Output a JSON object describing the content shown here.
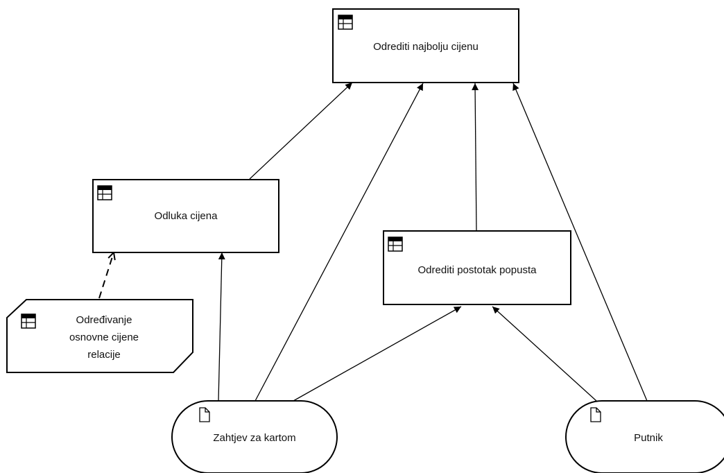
{
  "diagram": {
    "nodes": [
      {
        "id": "n1",
        "type": "decision",
        "label": "Odrediti najbolju cijenu",
        "icon": "table-icon"
      },
      {
        "id": "n2",
        "type": "decision",
        "label": "Odluka cijena",
        "icon": "table-icon"
      },
      {
        "id": "n3",
        "type": "decision",
        "label": "Odrediti postotak popusta",
        "icon": "table-icon"
      },
      {
        "id": "n4",
        "type": "knowledge-source",
        "label_lines": [
          "Određivanje",
          "osnovne cijene",
          "relacije"
        ],
        "icon": "table-icon"
      },
      {
        "id": "n5",
        "type": "input-data",
        "label": "Zahtjev za kartom",
        "icon": "document-icon"
      },
      {
        "id": "n6",
        "type": "input-data",
        "label": "Putnik",
        "icon": "document-icon"
      }
    ],
    "edges": [
      {
        "from": "n2",
        "to": "n1",
        "style": "solid"
      },
      {
        "from": "n5",
        "to": "n1",
        "style": "solid"
      },
      {
        "from": "n3",
        "to": "n1",
        "style": "solid"
      },
      {
        "from": "n6",
        "to": "n1",
        "style": "solid"
      },
      {
        "from": "n5",
        "to": "n2",
        "style": "solid"
      },
      {
        "from": "n4",
        "to": "n2",
        "style": "dashed"
      },
      {
        "from": "n5",
        "to": "n3",
        "style": "solid"
      },
      {
        "from": "n6",
        "to": "n3",
        "style": "solid"
      }
    ],
    "colors": {
      "stroke": "#000000",
      "fill": "#ffffff",
      "text": "#111111"
    }
  }
}
